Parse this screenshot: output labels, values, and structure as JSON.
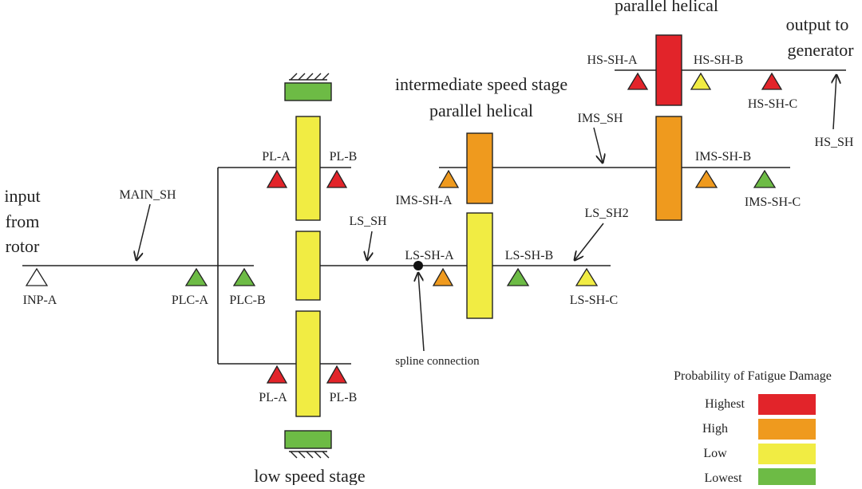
{
  "colors": {
    "highest": "#e2242a",
    "high": "#ef9a1e",
    "low": "#f1ec43",
    "lowest": "#6dbb45",
    "none": "#ffffff",
    "line": "#222222"
  },
  "titles": {
    "high_speed_partial": "parallel helical",
    "intermediate_line1": "intermediate speed stage",
    "intermediate_line2": "parallel helical",
    "low_speed": "low speed stage",
    "output_line1": "output to",
    "output_line2": "generator",
    "input_line1": "input",
    "input_line2": "from",
    "input_line3": "rotor"
  },
  "shafts": {
    "main": "MAIN_SH",
    "ls": "LS_SH",
    "ls2": "LS_SH2",
    "ims": "IMS_SH",
    "hs": "HS_SH"
  },
  "annotations": {
    "spline": "spline connection"
  },
  "bearings": {
    "inp_a": "INP-A",
    "plc_a": "PLC-A",
    "plc_b": "PLC-B",
    "pl_a_top": "PL-A",
    "pl_b_top": "PL-B",
    "pl_a_bot": "PL-A",
    "pl_b_bot": "PL-B",
    "ls_sh_a": "LS-SH-A",
    "ls_sh_b": "LS-SH-B",
    "ls_sh_c": "LS-SH-C",
    "ims_sh_a": "IMS-SH-A",
    "ims_sh_b": "IMS-SH-B",
    "ims_sh_c": "IMS-SH-C",
    "hs_sh_a": "HS-SH-A",
    "hs_sh_b": "HS-SH-B",
    "hs_sh_c": "HS-SH-C"
  },
  "legend": {
    "title": "Probability of Fatigue Damage",
    "items": [
      "Highest",
      "High",
      "Low",
      "Lowest"
    ]
  }
}
